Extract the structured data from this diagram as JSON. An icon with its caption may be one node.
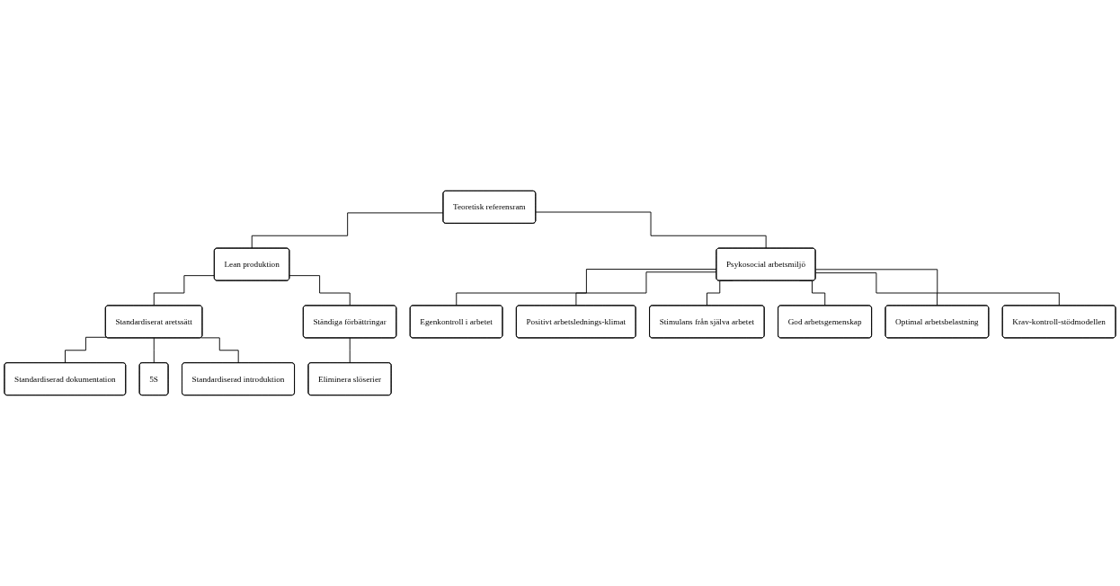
{
  "diagram": {
    "nodes": [
      {
        "text": [
          "Teoretisk referensram"
        ]
      },
      {
        "text": [
          "Lean produktion"
        ]
      },
      {
        "text": [
          "Psykosocial arbetsmiljö"
        ]
      },
      {
        "text": [
          "Standardiserat aretssätt"
        ]
      },
      {
        "text": [
          "Ständiga förbättringar"
        ]
      },
      {
        "text": [
          "Standardiserad dokumentation"
        ]
      },
      {
        "text": [
          "5S"
        ]
      },
      {
        "text": [
          "Standardiserad introduktion"
        ]
      },
      {
        "text": [
          "Eliminera slöserier"
        ]
      },
      {
        "text": [
          "Egenkontroll i arbetet"
        ]
      },
      {
        "text": [
          "Positivt arbetslednings-klimat"
        ]
      },
      {
        "text": [
          "Stimulans från själva arbetet"
        ]
      },
      {
        "text": [
          "God arbetsgemenskap"
        ]
      },
      {
        "text": [
          "Optimal arbetsbelastning"
        ]
      },
      {
        "text": [
          "Krav-kontroll-stödmodellen"
        ]
      }
    ],
    "edges": [
      {
        "from": 0,
        "to": 1,
        "arrow": "none"
      },
      {
        "from": 0,
        "to": 2,
        "arrow": "none"
      },
      {
        "from": 1,
        "to": 3,
        "arrow": "none"
      },
      {
        "from": 1,
        "to": 4,
        "arrow": "none"
      },
      {
        "from": 3,
        "to": 5,
        "arrow": "none"
      },
      {
        "from": 3,
        "to": 6,
        "arrow": "none"
      },
      {
        "from": 3,
        "to": 7,
        "arrow": "none"
      },
      {
        "from": 4,
        "to": 8,
        "arrow": "none"
      },
      {
        "from": 2,
        "to": 9,
        "arrow": "none"
      },
      {
        "from": 2,
        "to": 10,
        "arrow": "none"
      },
      {
        "from": 2,
        "to": 11,
        "arrow": "none"
      },
      {
        "from": 2,
        "to": 12,
        "arrow": "none"
      },
      {
        "from": 2,
        "to": 13,
        "arrow": "none"
      },
      {
        "from": 2,
        "to": 14,
        "arrow": "none"
      }
    ]
  }
}
